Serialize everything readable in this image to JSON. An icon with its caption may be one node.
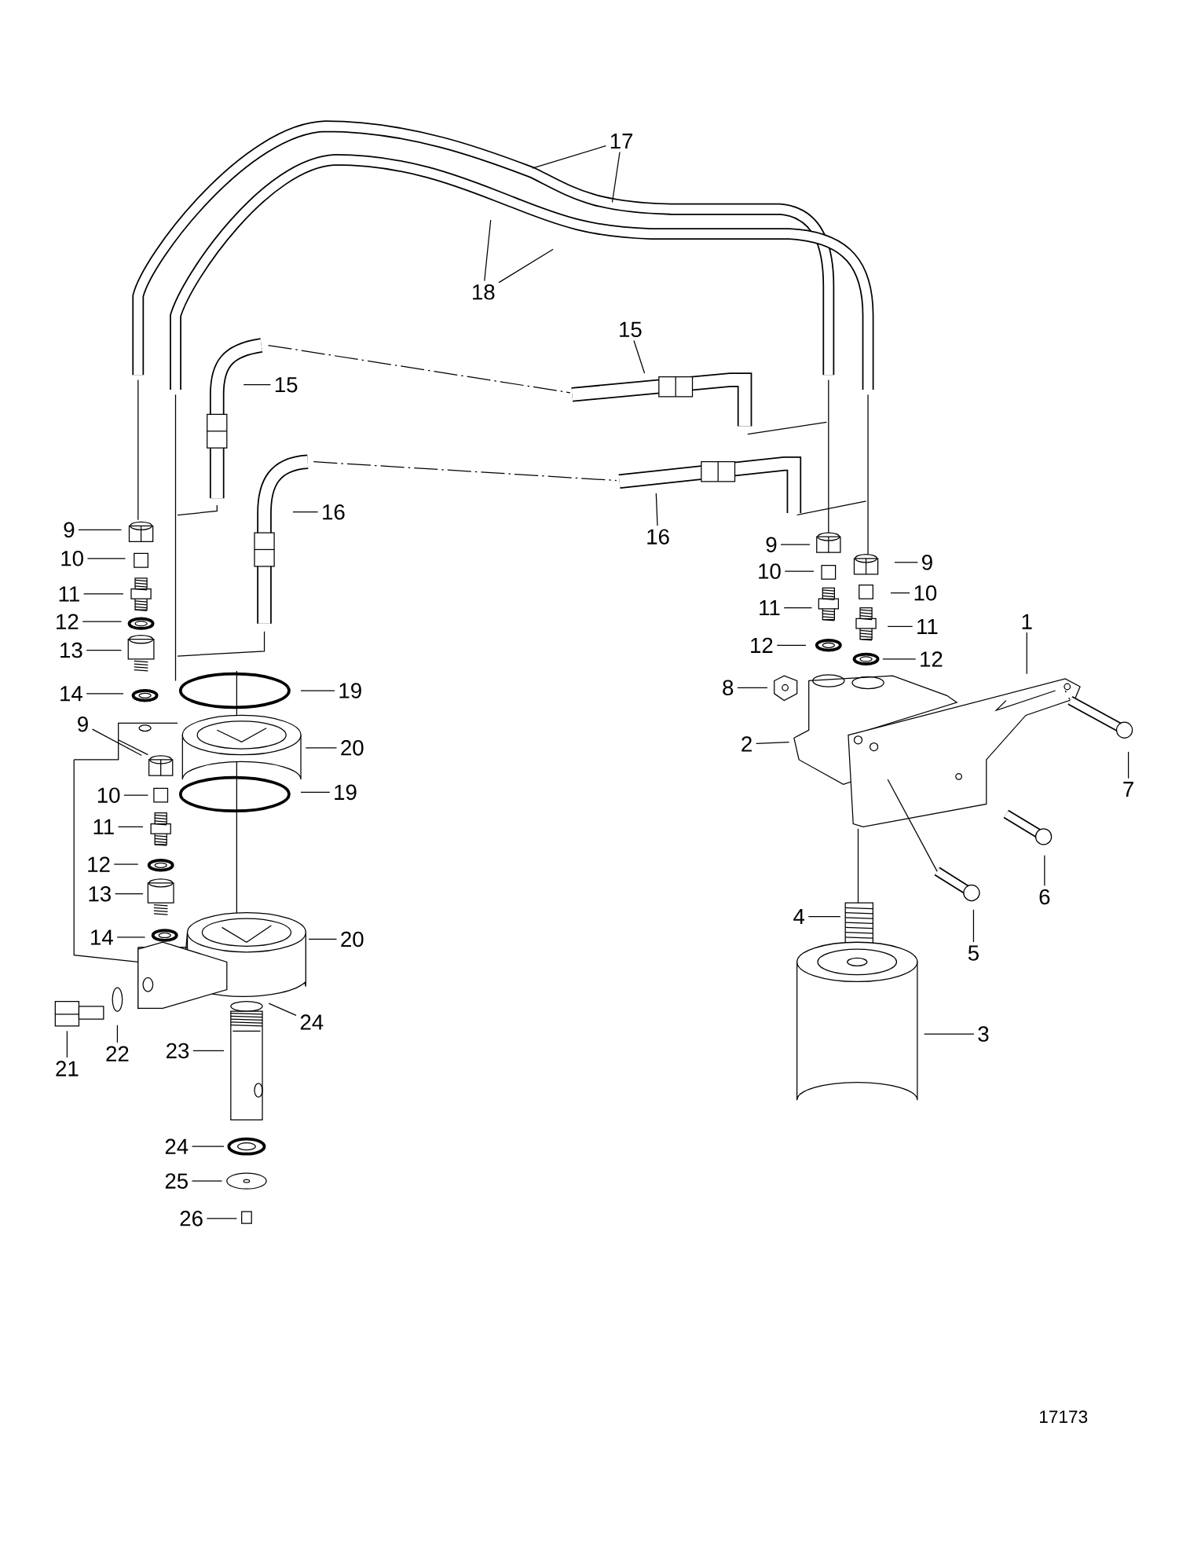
{
  "diagram": {
    "nodes": [
      {
        "text": [
          "17"
        ]
      },
      {
        "text": [
          "18"
        ]
      },
      {
        "text": [
          "15"
        ]
      },
      {
        "text": [
          "15"
        ]
      },
      {
        "text": [
          "16"
        ]
      },
      {
        "text": [
          "16"
        ]
      },
      {
        "text": [
          "9"
        ]
      },
      {
        "text": [
          "10"
        ]
      },
      {
        "text": [
          "11"
        ]
      },
      {
        "text": [
          "12"
        ]
      },
      {
        "text": [
          "13"
        ]
      },
      {
        "text": [
          "14"
        ]
      },
      {
        "text": [
          "9"
        ]
      },
      {
        "text": [
          "10"
        ]
      },
      {
        "text": [
          "11"
        ]
      },
      {
        "text": [
          "12"
        ]
      },
      {
        "text": [
          "9"
        ]
      },
      {
        "text": [
          "10"
        ]
      },
      {
        "text": [
          "11"
        ]
      },
      {
        "text": [
          "12"
        ]
      },
      {
        "text": [
          "1"
        ]
      },
      {
        "text": [
          "8"
        ]
      },
      {
        "text": [
          "19"
        ]
      },
      {
        "text": [
          "9"
        ]
      },
      {
        "text": [
          "20"
        ]
      },
      {
        "text": [
          "2"
        ]
      },
      {
        "text": [
          "19"
        ]
      },
      {
        "text": [
          "7"
        ]
      },
      {
        "text": [
          "10"
        ]
      },
      {
        "text": [
          "11"
        ]
      },
      {
        "text": [
          "12"
        ]
      },
      {
        "text": [
          "13"
        ]
      },
      {
        "text": [
          "6"
        ]
      },
      {
        "text": [
          "14"
        ]
      },
      {
        "text": [
          "20"
        ]
      },
      {
        "text": [
          "4"
        ]
      },
      {
        "text": [
          "5"
        ]
      },
      {
        "text": [
          "24"
        ]
      },
      {
        "text": [
          "3"
        ]
      },
      {
        "text": [
          "23"
        ]
      },
      {
        "text": [
          "22"
        ]
      },
      {
        "text": [
          "21"
        ]
      },
      {
        "text": [
          "24"
        ]
      },
      {
        "text": [
          "25"
        ]
      },
      {
        "text": [
          "26"
        ]
      }
    ],
    "edges": [
      {
        "from": 0,
        "to": null,
        "arrow": "none"
      },
      {
        "from": 0,
        "to": null,
        "arrow": "none"
      },
      {
        "from": 1,
        "to": null,
        "arrow": "none"
      },
      {
        "from": 1,
        "to": null,
        "arrow": "none"
      },
      {
        "from": 2,
        "to": null,
        "arrow": "none"
      },
      {
        "from": 3,
        "to": null,
        "arrow": "none"
      },
      {
        "from": 4,
        "to": null,
        "arrow": "none"
      },
      {
        "from": 5,
        "to": null,
        "arrow": "none"
      },
      {
        "from": 6,
        "to": null,
        "arrow": "none"
      },
      {
        "from": 7,
        "to": null,
        "arrow": "none"
      },
      {
        "from": 8,
        "to": null,
        "arrow": "none"
      },
      {
        "from": 9,
        "to": null,
        "arrow": "none"
      },
      {
        "from": 10,
        "to": null,
        "arrow": "none"
      },
      {
        "from": 11,
        "to": null,
        "arrow": "none"
      },
      {
        "from": 12,
        "to": null,
        "arrow": "none"
      },
      {
        "from": 13,
        "to": null,
        "arrow": "none"
      },
      {
        "from": 14,
        "to": null,
        "arrow": "none"
      },
      {
        "from": 15,
        "to": null,
        "arrow": "none"
      },
      {
        "from": 16,
        "to": null,
        "arrow": "none"
      },
      {
        "from": 17,
        "to": null,
        "arrow": "none"
      },
      {
        "from": 18,
        "to": null,
        "arrow": "none"
      },
      {
        "from": 19,
        "to": null,
        "arrow": "none"
      },
      {
        "from": 20,
        "to": null,
        "arrow": "none"
      },
      {
        "from": 21,
        "to": null,
        "arrow": "none"
      },
      {
        "from": 22,
        "to": null,
        "arrow": "none"
      },
      {
        "from": 23,
        "to": null,
        "arrow": "none"
      },
      {
        "from": 24,
        "to": null,
        "arrow": "none"
      },
      {
        "from": 25,
        "to": null,
        "arrow": "none"
      },
      {
        "from": 26,
        "to": null,
        "arrow": "none"
      },
      {
        "from": 27,
        "to": null,
        "arrow": "none"
      },
      {
        "from": 28,
        "to": null,
        "arrow": "none"
      },
      {
        "from": 29,
        "to": null,
        "arrow": "none"
      },
      {
        "from": 30,
        "to": null,
        "arrow": "none"
      },
      {
        "from": 31,
        "to": null,
        "arrow": "none"
      },
      {
        "from": 32,
        "to": null,
        "arrow": "none"
      },
      {
        "from": 33,
        "to": null,
        "arrow": "none"
      },
      {
        "from": 34,
        "to": null,
        "arrow": "none"
      },
      {
        "from": 35,
        "to": null,
        "arrow": "none"
      },
      {
        "from": 36,
        "to": null,
        "arrow": "none"
      },
      {
        "from": 37,
        "to": null,
        "arrow": "none"
      },
      {
        "from": 38,
        "to": null,
        "arrow": "none"
      },
      {
        "from": 39,
        "to": null,
        "arrow": "none"
      },
      {
        "from": 40,
        "to": null,
        "arrow": "none"
      },
      {
        "from": 41,
        "to": null,
        "arrow": "none"
      },
      {
        "from": 42,
        "to": null,
        "arrow": "none"
      },
      {
        "from": 43,
        "to": null,
        "arrow": "none"
      },
      {
        "from": 44,
        "to": null,
        "arrow": "none"
      }
    ],
    "labels": [
      "17173"
    ]
  }
}
